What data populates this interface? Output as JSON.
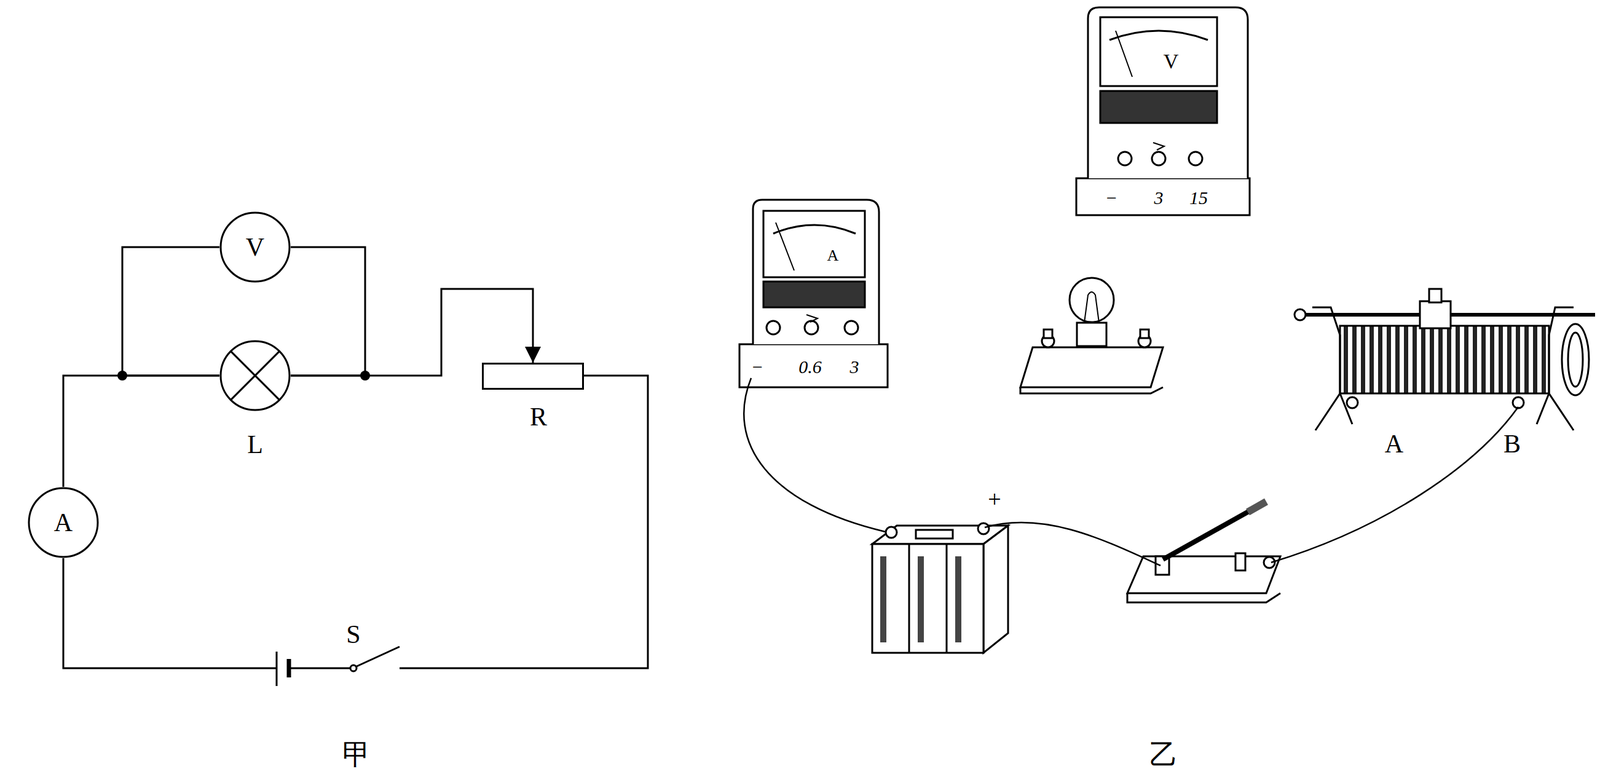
{
  "diagram": {
    "nodes": [
      {
        "text": [
          "V"
        ]
      },
      {
        "text": [
          "L"
        ]
      },
      {
        "text": [
          "R"
        ]
      },
      {
        "text": [
          "A"
        ]
      }
    ],
    "edges": [
      {
        "from": 3,
        "to": 1,
        "arrow": "none"
      },
      {
        "from": 0,
        "to": 1,
        "arrow": "none"
      },
      {
        "from": 0,
        "to": 1,
        "arrow": "none"
      },
      {
        "from": 1,
        "to": 2,
        "arrow": "to"
      }
    ],
    "labels": [
      "S",
      "甲",
      "A",
      "−",
      "0.6",
      "3",
      "V",
      "−",
      "3",
      "15",
      "+",
      "A",
      "B",
      "乙"
    ]
  }
}
